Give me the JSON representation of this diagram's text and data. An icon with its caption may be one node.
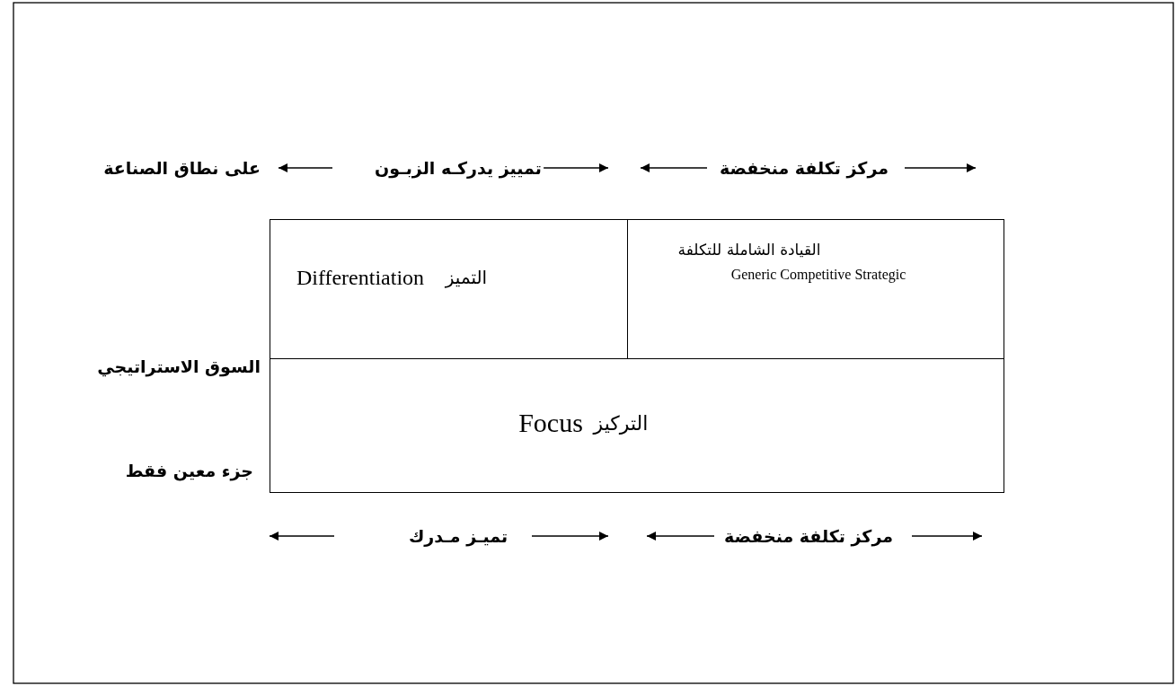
{
  "diagram": {
    "nodes": [
      {
        "text": [
          "التميز",
          "Differentiation"
        ]
      },
      {
        "text": [
          "القيادة الشاملة للتكلفة",
          "Generic Competitive Strategic"
        ]
      },
      {
        "text": [
          "التركيز",
          "Focus"
        ]
      }
    ],
    "labels": [
      "على نطاق الصناعة",
      "تمييز يدركـه الزبـون",
      "مركز تكلفة منخفضة",
      "السوق الاستراتيجي",
      "جزء معين فقط",
      "تميـز مـدرك",
      "مركز تكلفة منخفضة"
    ]
  }
}
